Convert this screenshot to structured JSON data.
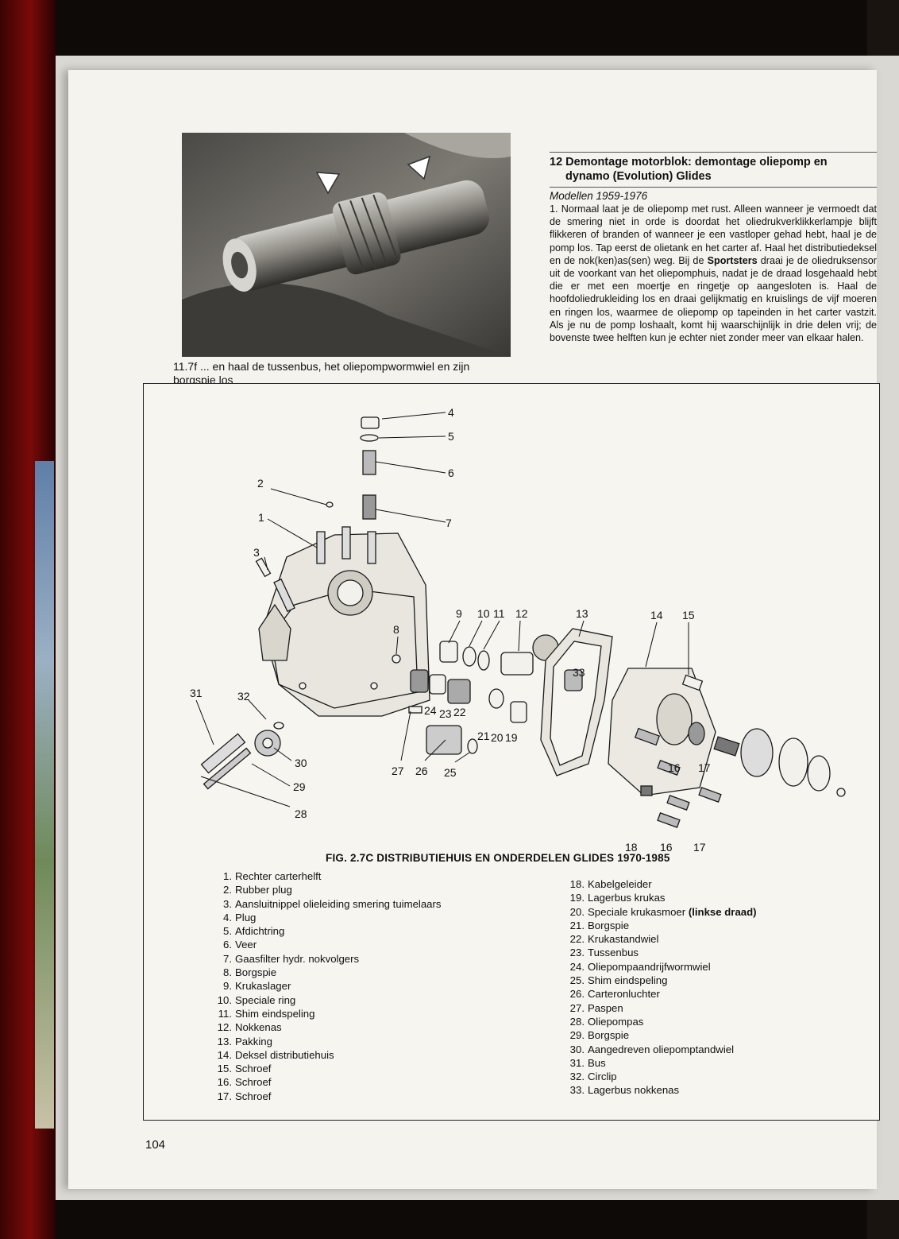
{
  "photo": {
    "caption": "11.7f ... en haal de tussenbus, het oliepompwormwiel en zijn borgspie los"
  },
  "section": {
    "title_line1": "12 Demontage motorblok: demontage oliepomp en",
    "title_line2": "dynamo (Evolution) Glides",
    "subtitle": "Modellen 1959-1976",
    "body_part1": "1. Normaal laat je de oliepomp met rust. Alleen wanneer je vermoedt dat de smering niet in orde is doordat het oliedrukverklikkerlampje blijft flikkeren of branden of wanneer je een vastloper gehad hebt, haal je de pomp los. Tap eerst de olietank en het carter af. Haal het distributiedeksel en de nok(ken)as(sen) weg. Bij de ",
    "body_bold": "Sportsters",
    "body_part2": " draai je de oliedruksensor uit de voorkant van het oliepomphuis, nadat je de draad losgehaald hebt die er met een moertje en ringetje op aangesloten is. Haal de hoofdoliedrukleiding los en draai gelijkmatig en kruislings de vijf moeren en ringen los, waarmee de oliepomp op tapeinden in het carter vastzit. Als je nu de pomp loshaalt, komt hij waarschijnlijk in drie delen vrij; de bovenste twee helften kun je echter niet zonder meer van elkaar halen."
  },
  "figure": {
    "title": "FIG. 2.7C DISTRIBUTIEHUIS EN ONDERDELEN GLIDES  1970-1985",
    "callouts": [
      "4",
      "5",
      "6",
      "2",
      "7",
      "1",
      "3",
      "9",
      "10",
      "11",
      "12",
      "13",
      "14",
      "15",
      "8",
      "33",
      "31",
      "32",
      "24",
      "23",
      "22",
      "21",
      "20",
      "19",
      "30",
      "29",
      "27",
      "26",
      "25",
      "28",
      "16",
      "17",
      "18"
    ]
  },
  "legend_left": [
    {
      "num": "1.",
      "text": "Rechter carterhelft"
    },
    {
      "num": "2.",
      "text": "Rubber plug"
    },
    {
      "num": "3.",
      "text": "Aansluitnippel olieleiding smering tuimelaars"
    },
    {
      "num": "4.",
      "text": "Plug"
    },
    {
      "num": "5.",
      "text": "Afdichtring"
    },
    {
      "num": "6.",
      "text": "Veer"
    },
    {
      "num": "7.",
      "text": "Gaasfilter hydr. nokvolgers"
    },
    {
      "num": "8.",
      "text": "Borgspie"
    },
    {
      "num": "9.",
      "text": "Krukaslager"
    },
    {
      "num": "10.",
      "text": "Speciale ring"
    },
    {
      "num": "11.",
      "text": "Shim eindspeling"
    },
    {
      "num": "12.",
      "text": "Nokkenas"
    },
    {
      "num": "13.",
      "text": "Pakking"
    },
    {
      "num": "14.",
      "text": "Deksel distributiehuis"
    },
    {
      "num": "15.",
      "text": "Schroef"
    },
    {
      "num": "16.",
      "text": "Schroef"
    },
    {
      "num": "17.",
      "text": "Schroef"
    }
  ],
  "legend_right": [
    {
      "num": "18.",
      "text": "Kabelgeleider"
    },
    {
      "num": "19.",
      "text": "Lagerbus krukas"
    },
    {
      "num": "20.",
      "text": "Speciale krukasmoer",
      "bold": "(linkse draad)"
    },
    {
      "num": "21.",
      "text": "Borgspie"
    },
    {
      "num": "22.",
      "text": "Krukastandwiel"
    },
    {
      "num": "23.",
      "text": "Tussenbus"
    },
    {
      "num": "24.",
      "text": "Oliepompaandrijfwormwiel"
    },
    {
      "num": "25.",
      "text": "Shim eindspeling"
    },
    {
      "num": "26.",
      "text": "Carteronluchter"
    },
    {
      "num": "27.",
      "text": "Paspen"
    },
    {
      "num": "28.",
      "text": "Oliepompas"
    },
    {
      "num": "29.",
      "text": "Borgspie"
    },
    {
      "num": "30.",
      "text": "Aangedreven oliepomptandwiel"
    },
    {
      "num": "31.",
      "text": "Bus"
    },
    {
      "num": "32.",
      "text": "Circlip"
    },
    {
      "num": "33.",
      "text": "Lagerbus nokkenas"
    }
  ],
  "page_number": "104"
}
